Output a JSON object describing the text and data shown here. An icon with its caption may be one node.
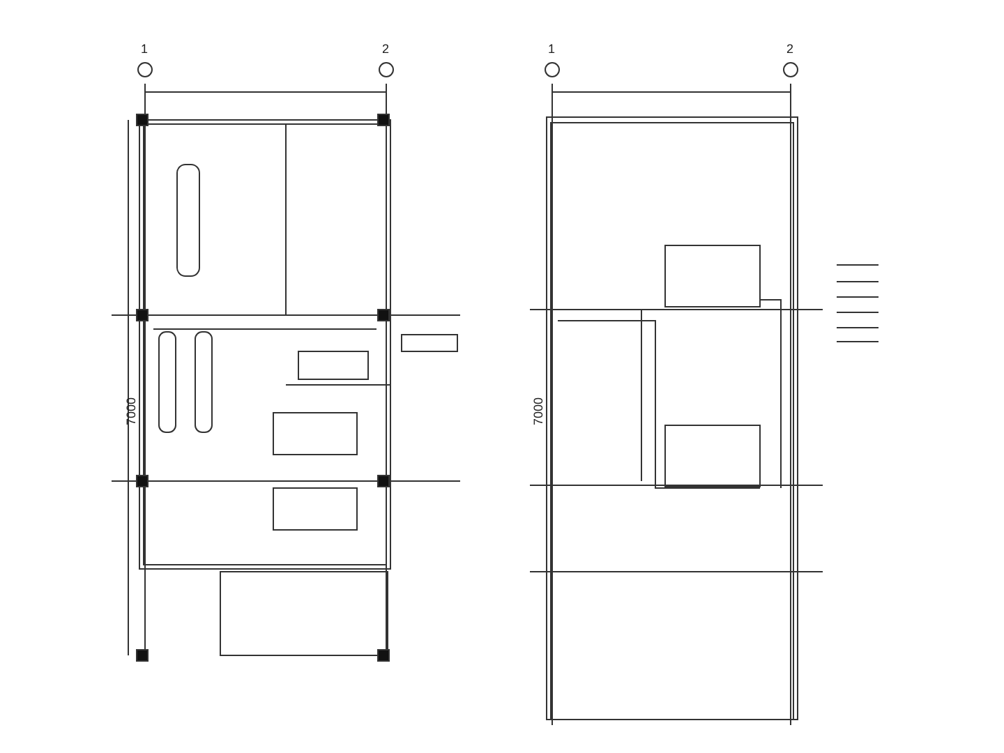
{
  "diagram": {
    "labels": [
      "1",
      "2",
      "7000",
      "1",
      "2",
      "7000"
    ]
  }
}
